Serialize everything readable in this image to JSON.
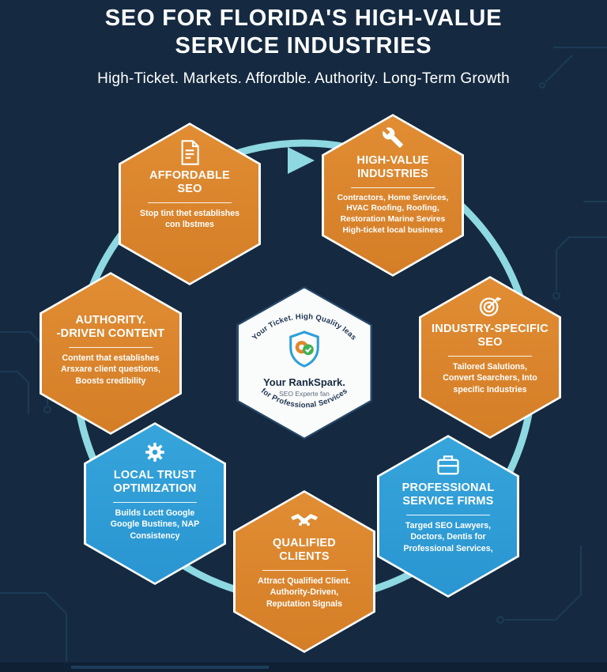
{
  "header": {
    "title": "SEO FOR FLORIDA'S HIGH-VALUE\nSERVICE INDUSTRIES",
    "subtitle": "High-Ticket. Markets. Affordble. Authority. Long-Term Growth"
  },
  "colors": {
    "background": "#152a40",
    "orange": "#d9822e",
    "blue": "#2e9fd9",
    "ring": "#8ed8e2",
    "white": "#ffffff"
  },
  "center": {
    "icon": "shield-gear-check-icon",
    "arc_top": "Your Ticket. High Quality leas",
    "brand": "Your RankSpark.",
    "tagline": "SEO Experte fan",
    "arc_bottom": "for Professional Services"
  },
  "nodes": [
    {
      "id": "affordable-seo",
      "color": "orange",
      "icon": "document-icon",
      "title": "AFFORDABLE\nSEO",
      "description": "Stop tint thet establishes\ncon lbstmes"
    },
    {
      "id": "high-value-industries",
      "color": "orange",
      "icon": "wrench-icon",
      "title": "HIGH-VALUE\nINDUSTRIES",
      "description": "Contractors, Home Services,\nHVAC Roofing, Roofing,\nRestoration  Marine Sevires\nHigh-ticket local business"
    },
    {
      "id": "industry-specific-seo",
      "color": "orange",
      "icon": "target-icon",
      "title": "INDUSTRY-SPECIFIC\nSEO",
      "description": "Tailored Salutions,\nConvert Searchers, Into\nspecific Industries"
    },
    {
      "id": "professional-service-firms",
      "color": "blue",
      "icon": "briefcase-icon",
      "title": "PROFESSIONAL\nSERVICE FIRMS",
      "description": "Targed SEO Lawyers,\nDoctors, Dentis for\nProfessional Services,"
    },
    {
      "id": "qualified-clients",
      "color": "orange",
      "icon": "handshake-icon",
      "title": "QUALIFIED\nCLIENTS",
      "description": "Attract Qualified Client.\nAuthority-Driven,\nReputation Signals"
    },
    {
      "id": "local-trust-optimization",
      "color": "blue",
      "icon": "gear-icon",
      "title": "LOCAL TRUST\nOPTIMIZATION",
      "description": "Builds Loctt Google\nGoogle Bustines, NAP\nConsistency"
    },
    {
      "id": "authority-driven-content",
      "color": "orange",
      "icon": "none",
      "title": "AUTHORITY.\n-DRIVEN CONTENT",
      "description": "Content that establishes\nArsxare client questions,\nBoosts credibility"
    }
  ]
}
